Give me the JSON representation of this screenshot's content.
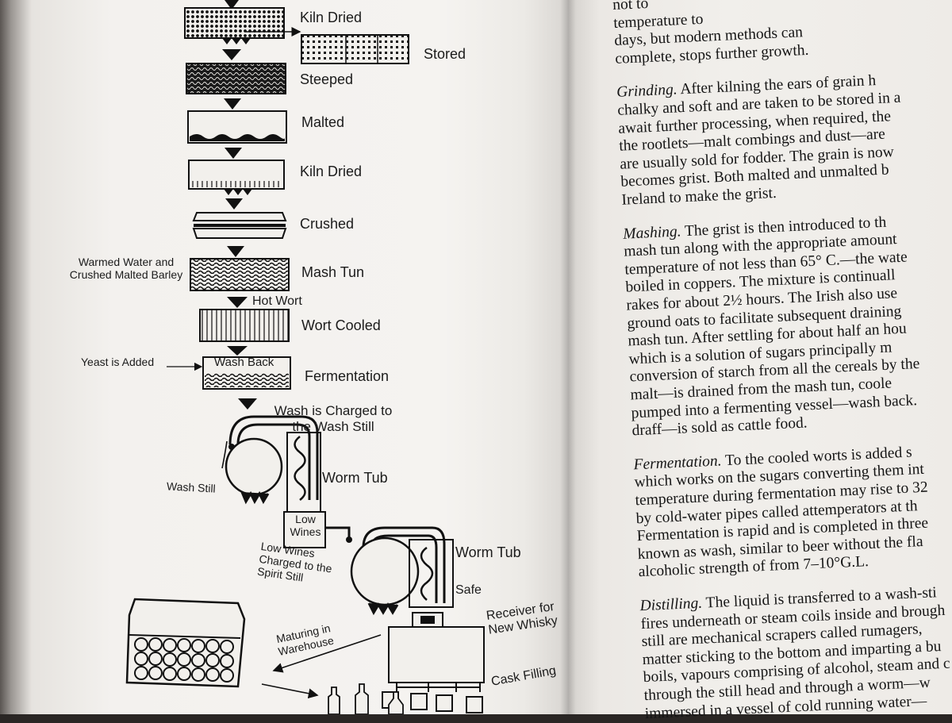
{
  "diagram": {
    "steps": {
      "kiln_dried_1": "Kiln Dried",
      "stored": "Stored",
      "steeped": "Steeped",
      "malted": "Malted",
      "kiln_dried_2": "Kiln Dried",
      "crushed": "Crushed",
      "warmed_water_line1": "Warmed Water and",
      "warmed_water_line2": "Crushed Malted Barley",
      "mash_tun": "Mash Tun",
      "hot_wort": "Hot Wort",
      "wort_cooled": "Wort Cooled",
      "yeast_added": "Yeast is Added",
      "wash_back": "Wash Back",
      "fermentation": "Fermentation",
      "wash_charged_line1": "Wash is Charged to",
      "wash_charged_line2": "the Wash Still",
      "worm_tub_1": "Worm Tub",
      "wash_still": "Wash Still",
      "low_wines_line1": "Low",
      "low_wines_line2": "Wines",
      "low_wines_charged_line1": "Low Wines",
      "low_wines_charged_line2": "Charged to the",
      "low_wines_charged_line3": "Spirit Still",
      "worm_tub_2": "Worm Tub",
      "safe": "Safe",
      "receiver_line1": "Receiver for",
      "receiver_line2": "New Whisky",
      "maturing_line1": "Maturing in",
      "maturing_line2": "Warehouse",
      "cask_filling": "Cask Filling"
    }
  },
  "text": {
    "lines": [
      {
        "pre": "",
        "em": "",
        "text": "not to"
      },
      {
        "pre": "",
        "em": "",
        "text": "temperature to"
      },
      {
        "pre": "",
        "em": "",
        "text": "days, but modern methods can"
      },
      {
        "pre": "",
        "em": "",
        "text": "complete, stops further growth."
      },
      {
        "pre": "",
        "em": "",
        "text": ""
      },
      {
        "pre": "",
        "em": "Grinding.",
        "text": " After kilning the ears of grain h"
      },
      {
        "pre": "",
        "em": "",
        "text": "chalky and soft and are taken to be stored in a"
      },
      {
        "pre": "",
        "em": "",
        "text": "await further processing, when required, the"
      },
      {
        "pre": "",
        "em": "",
        "text": "the rootlets—malt combings and dust—are"
      },
      {
        "pre": "",
        "em": "",
        "text": "are usually sold for fodder. The grain is now"
      },
      {
        "pre": "",
        "em": "",
        "text": "becomes grist. Both malted and unmalted b"
      },
      {
        "pre": "",
        "em": "",
        "text": "Ireland to make the grist."
      },
      {
        "pre": "",
        "em": "",
        "text": ""
      },
      {
        "pre": "",
        "em": "Mashing.",
        "text": " The grist is then introduced to th"
      },
      {
        "pre": "",
        "em": "",
        "text": "mash tun along with the appropriate amount"
      },
      {
        "pre": "",
        "em": "",
        "text": "temperature of not less than 65° C.—the wate"
      },
      {
        "pre": "",
        "em": "",
        "text": "boiled in coppers. The mixture is continuall"
      },
      {
        "pre": "",
        "em": "",
        "text": "rakes for about 2½ hours. The Irish also use"
      },
      {
        "pre": "",
        "em": "",
        "text": "ground oats to facilitate subsequent draining"
      },
      {
        "pre": "",
        "em": "",
        "text": "mash tun. After settling for about half an hou"
      },
      {
        "pre": "",
        "em": "",
        "text": "which is a solution of sugars principally m"
      },
      {
        "pre": "",
        "em": "",
        "text": "conversion of starch from all the cereals by the"
      },
      {
        "pre": "",
        "em": "",
        "text": "malt—is drained from the mash tun, coole"
      },
      {
        "pre": "",
        "em": "",
        "text": "pumped into a fermenting vessel—wash back."
      },
      {
        "pre": "",
        "em": "",
        "text": "draff—is sold as cattle food."
      },
      {
        "pre": "",
        "em": "",
        "text": ""
      },
      {
        "pre": "",
        "em": "Fermentation.",
        "text": " To the cooled worts is added s"
      },
      {
        "pre": "",
        "em": "",
        "text": "which works on the sugars converting them int"
      },
      {
        "pre": "",
        "em": "",
        "text": "temperature during fermentation may rise to 32"
      },
      {
        "pre": "",
        "em": "",
        "text": "by cold-water pipes called attemperators at th"
      },
      {
        "pre": "",
        "em": "",
        "text": "Fermentation is rapid and is completed in three"
      },
      {
        "pre": "",
        "em": "",
        "text": "known as wash, similar to beer without the fla"
      },
      {
        "pre": "",
        "em": "",
        "text": "alcoholic strength of from 7–10°G.L."
      },
      {
        "pre": "",
        "em": "",
        "text": ""
      },
      {
        "pre": "",
        "em": "Distilling.",
        "text": " The liquid is transferred to a wash-sti"
      },
      {
        "pre": "",
        "em": "",
        "text": "fires underneath or steam coils inside and brough"
      },
      {
        "pre": "",
        "em": "",
        "text": "still are mechanical scrapers called rumagers,"
      },
      {
        "pre": "",
        "em": "",
        "text": "matter sticking to the bottom and imparting a bu"
      },
      {
        "pre": "",
        "em": "",
        "text": "boils, vapours comprising of alcohol, steam and c"
      },
      {
        "pre": "",
        "em": "",
        "text": "through the still head and through a worm—w"
      },
      {
        "pre": "",
        "em": "",
        "text": "immersed in a vessel of cold running water—"
      }
    ]
  }
}
